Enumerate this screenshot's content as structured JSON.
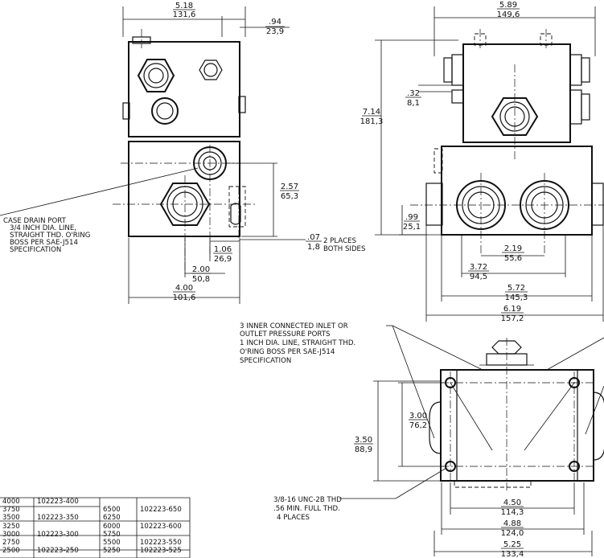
{
  "dimensions": {
    "w_518": {
      "in": "5.18",
      "mm": "131,6"
    },
    "w_94": {
      "in": ".94",
      "mm": "23,9"
    },
    "h_257": {
      "in": "2.57",
      "mm": "65,3"
    },
    "w_106": {
      "in": "1.06",
      "mm": "26,9"
    },
    "w_200": {
      "in": "2.00",
      "mm": "50,8"
    },
    "w_400": {
      "in": "4.00",
      "mm": "101,6"
    },
    "w_589": {
      "in": "5.89",
      "mm": "149,6"
    },
    "h_714": {
      "in": "7.14",
      "mm": "181,3"
    },
    "h_32": {
      "in": ".32",
      "mm": "8,1"
    },
    "h_99": {
      "in": ".99",
      "mm": "25,1"
    },
    "w_219": {
      "in": "2.19",
      "mm": "55,6"
    },
    "w_372": {
      "in": "3.72",
      "mm": "94,5"
    },
    "w_572": {
      "in": "5.72",
      "mm": "145,3"
    },
    "w_619": {
      "in": "6.19",
      "mm": "157,2"
    },
    "h_300": {
      "in": "3.00",
      "mm": "76,2"
    },
    "h_350": {
      "in": "3.50",
      "mm": "88,9"
    },
    "w_450": {
      "in": "4.50",
      "mm": "114,3"
    },
    "w_488": {
      "in": "4.88",
      "mm": "124,0"
    },
    "w_525": {
      "in": "5.25",
      "mm": "133,4"
    },
    "gap_07": {
      "in": ".07",
      "mm": "1,8"
    }
  },
  "notes": {
    "gap_note": [
      "2 PLACES",
      "BOTH SIDES"
    ],
    "case_drain": [
      "CASE DRAIN PORT",
      "3/4 INCH DIA. LINE,",
      "STRAIGHT THD. O'RING",
      "BOSS PER SAE-J514",
      "SPECIFICATION"
    ],
    "inlet_ports": [
      "3 INNER CONNECTED INLET OR",
      "OUTLET PRESSURE PORTS",
      "1 INCH DIA. LINE, STRAIGHT THD.",
      "O'RING BOSS PER SAE-J514",
      "SPECIFICATION"
    ],
    "bolt_thread": [
      "3/8-16 UNC-2B THD",
      ".56 MIN. FULL THD.",
      "4 PLACES"
    ]
  },
  "table": {
    "rows": [
      [
        "4000",
        "102223-400",
        "",
        ""
      ],
      [
        "3750",
        "",
        "6500",
        "102223-650"
      ],
      [
        "3500",
        "102223-350",
        "6250",
        ""
      ],
      [
        "3250",
        "",
        "6000",
        "102223-600"
      ],
      [
        "3000",
        "102223-300",
        "5750",
        ""
      ],
      [
        "2750",
        "",
        "5500",
        "102223-550"
      ],
      [
        "2500",
        "102223-250",
        "5250",
        "102223-525"
      ]
    ]
  }
}
